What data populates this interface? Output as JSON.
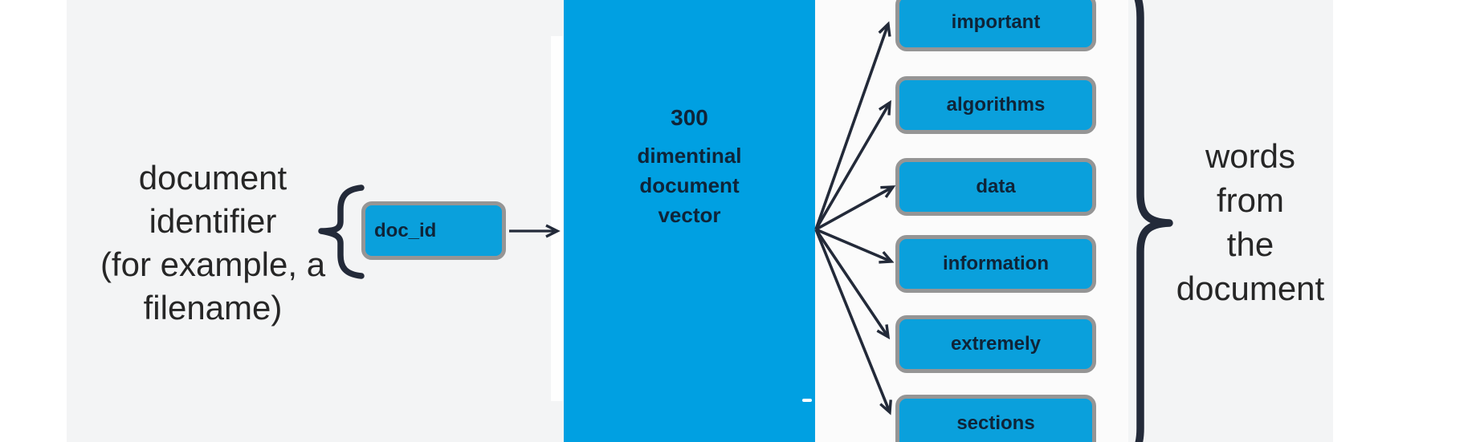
{
  "diagram": {
    "left_caption": {
      "lines": [
        "document",
        "identifier",
        "(for example, a",
        "filename)"
      ]
    },
    "doc_id_box": {
      "label": "doc_id"
    },
    "vector_box": {
      "size_line": "300",
      "lines": [
        "dimentinal",
        "document",
        "vector"
      ]
    },
    "word_boxes": [
      "important",
      "algorithms",
      "data",
      "information",
      "extremely",
      "sections"
    ],
    "right_caption": {
      "lines": [
        "words",
        "from",
        "the",
        "document"
      ]
    }
  },
  "colors": {
    "vector_blue": "#00A0E2",
    "box_blue": "#0AA0DC",
    "box_border": "#959595",
    "ink": "#232A39",
    "box_text": "#0F2438",
    "label_text": "#262626",
    "background": "#F3F4F5",
    "margin_white": "#FFFFFF"
  }
}
